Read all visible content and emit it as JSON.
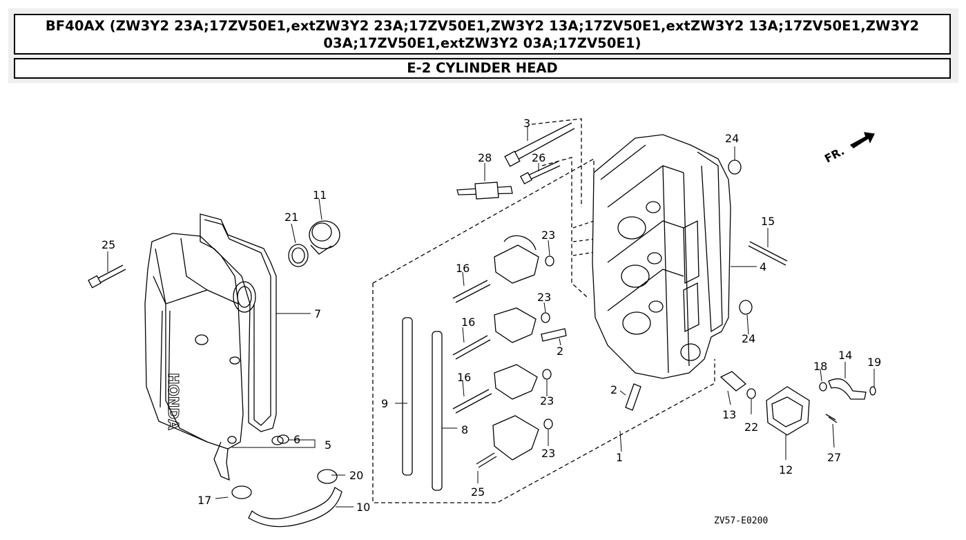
{
  "header": {
    "title": "BF40AX (ZW3Y2 23A;17ZV50E1,extZW3Y2 23A;17ZV50E1,ZW3Y2 13A;17ZV50E1,extZW3Y2 13A;17ZV50E1,ZW3Y2 03A;17ZV50E1,extZW3Y2 03A;17ZV50E1)",
    "section": "E-2 CYLINDER HEAD"
  },
  "diagram": {
    "front_marker": "FR.",
    "drawing_code": "ZV57-E0200",
    "callouts": {
      "c1": "1",
      "c2a": "2",
      "c2b": "2",
      "c3": "3",
      "c4": "4",
      "c5": "5",
      "c6": "6",
      "c7": "7",
      "c8": "8",
      "c9": "9",
      "c10": "10",
      "c11": "11",
      "c12": "12",
      "c13": "13",
      "c14": "14",
      "c15": "15",
      "c16a": "16",
      "c16b": "16",
      "c16c": "16",
      "c17": "17",
      "c18": "18",
      "c19": "19",
      "c20": "20",
      "c21": "21",
      "c22": "22",
      "c23a": "23",
      "c23b": "23",
      "c23c": "23",
      "c23d": "23",
      "c24a": "24",
      "c24b": "24",
      "c25a": "25",
      "c25b": "25",
      "c26": "26",
      "c27": "27",
      "c28": "28"
    }
  }
}
